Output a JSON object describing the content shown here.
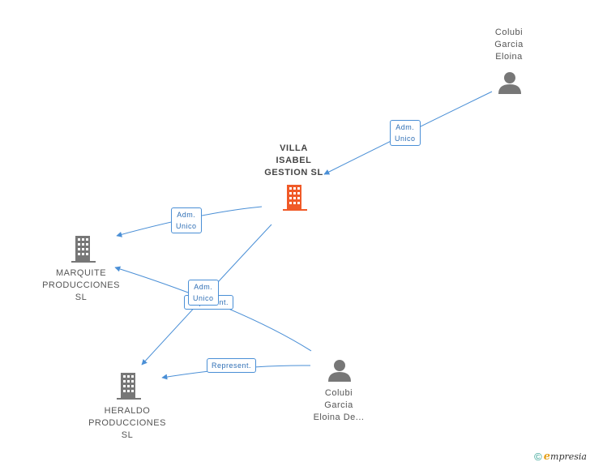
{
  "nodes": {
    "villa": {
      "lines": [
        "VILLA",
        "ISABEL",
        "GESTION  SL"
      ],
      "color": "#f05a28"
    },
    "marquite": {
      "lines": [
        "MARQUITE",
        "PRODUCCIONES",
        "SL"
      ],
      "color": "#777777"
    },
    "heraldo": {
      "lines": [
        "HERALDO",
        "PRODUCCIONES",
        "SL"
      ],
      "color": "#777777"
    },
    "person_top": {
      "lines": [
        "Colubi",
        "Garcia",
        "Eloina"
      ],
      "color": "#777777"
    },
    "person_bottom": {
      "lines": [
        "Colubi",
        "Garcia",
        "Eloina De..."
      ],
      "color": "#777777"
    }
  },
  "edges": {
    "top_to_villa": {
      "lines": [
        "Adm.",
        "Unico"
      ]
    },
    "villa_to_marquite": {
      "lines": [
        "Adm.",
        "Unico"
      ]
    },
    "villa_to_heraldo": {
      "lines": [
        "Adm.",
        "Unico"
      ]
    },
    "bottom_to_marquite": {
      "lines": [
        "Represent."
      ]
    },
    "bottom_to_heraldo": {
      "lines": [
        "Represent."
      ]
    }
  },
  "colors": {
    "edge": "#4a8fd6",
    "edge_label_text": "#2f6fb5"
  },
  "brand": {
    "copyright": "©",
    "name_initial": "e",
    "name_rest": "mpresia"
  }
}
